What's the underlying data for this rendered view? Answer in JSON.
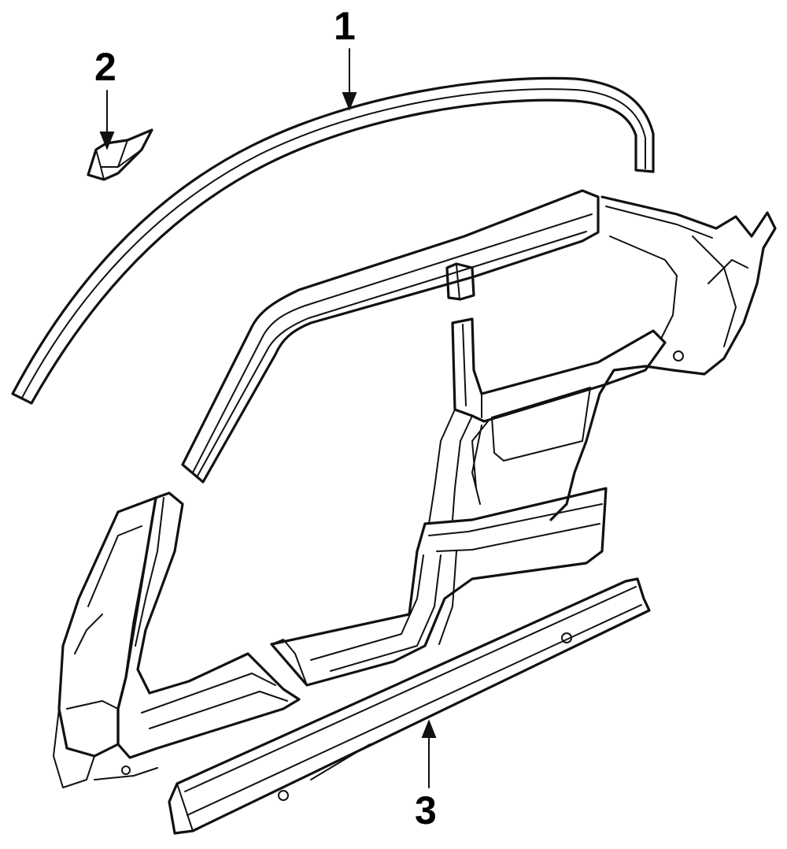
{
  "callouts": {
    "part_1": "1",
    "part_2": "2",
    "part_3": "3"
  },
  "colors": {
    "ink": "#111111",
    "background": "#ffffff"
  }
}
